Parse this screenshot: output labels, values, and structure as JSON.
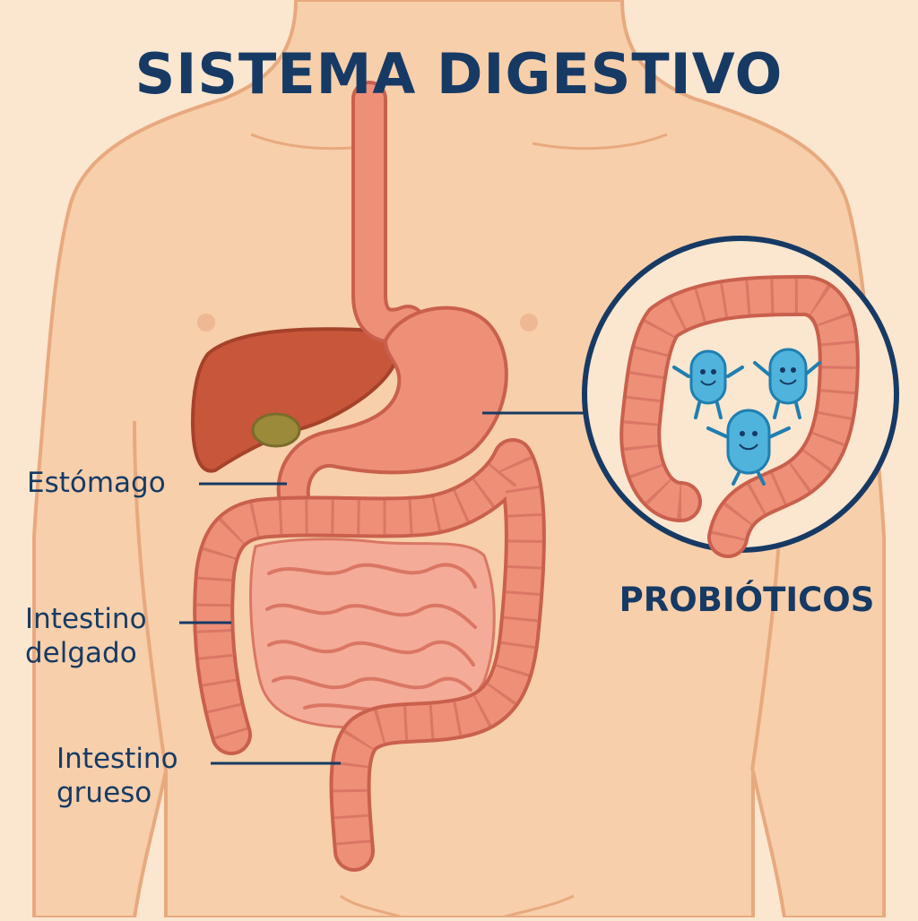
{
  "title": "SISTEMA DIGESTIVO",
  "labels": {
    "stomach": "Estómago",
    "small_intestine": "Intestino\ndelgado",
    "large_intestine": "Intestino\ngrueso",
    "probiotics": "PROBIÓTICOS"
  },
  "colors": {
    "background": "#fbe6cf",
    "skin": "#f7cfaa",
    "skin_outline": "#e8a97f",
    "organ": "#ee8f78",
    "organ_outline": "#c9604d",
    "liver": "#c8563a",
    "gallbladder": "#9a8a3a",
    "small_intestine": "#f4ab98",
    "probiotic": "#4fb3dc",
    "probiotic_outline": "#1f7fb0",
    "text": "#163a64"
  }
}
